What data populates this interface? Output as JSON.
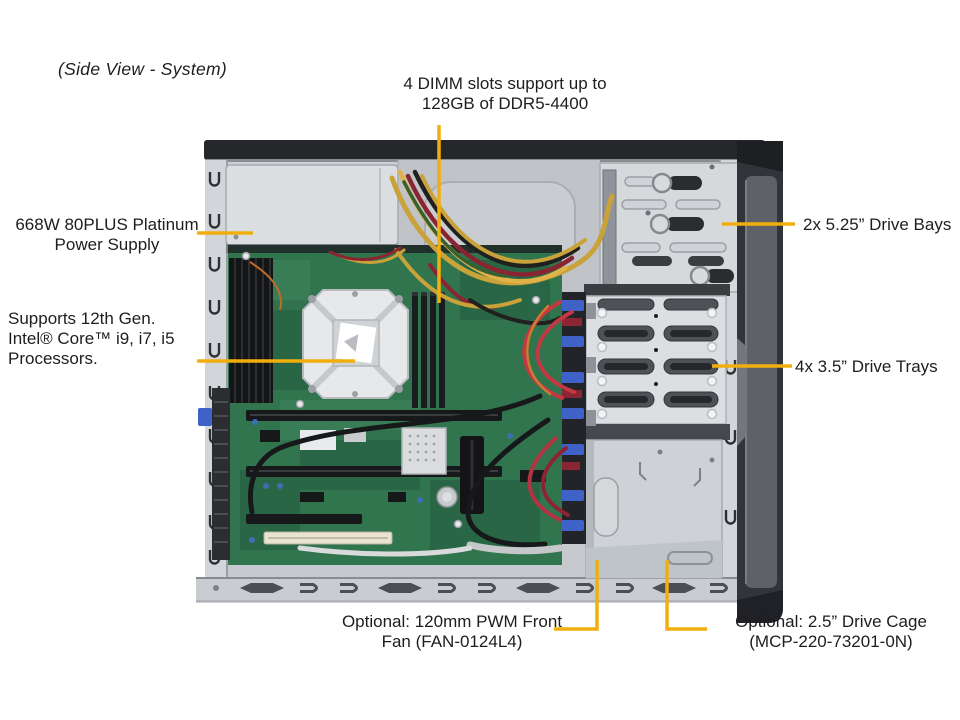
{
  "colors": {
    "callout": "#F1AF0E",
    "text": "#1E1E1E",
    "background": "#FFFFFF",
    "chassis_metal": "#C9CDD2",
    "bezel_dark": "#33343A",
    "motherboard_green": "#31754F",
    "cable_yellow": "#D9A43A",
    "cable_red": "#A8303C",
    "sata_clip_blue": "#3F62C8"
  },
  "view_label": "(Side View - System)",
  "annotations": {
    "dimm": {
      "lines": [
        "4 DIMM slots support up to",
        "128GB of DDR5-4400"
      ]
    },
    "psu": {
      "lines": [
        "668W 80PLUS Platinum",
        "Power Supply"
      ]
    },
    "cpu": {
      "lines": [
        "Supports 12th Gen.",
        "Intel® Core™ i9, i7, i5",
        "Processors."
      ]
    },
    "bays": {
      "lines": [
        "2x 5.25” Drive Bays"
      ]
    },
    "trays": {
      "lines": [
        "4x 3.5” Drive Trays"
      ]
    },
    "fan": {
      "lines": [
        "Optional: 120mm PWM Front",
        "Fan (FAN-0124L4)"
      ]
    },
    "cage": {
      "lines": [
        "Optional: 2.5” Drive Cage",
        "(MCP-220-73201-0N)"
      ]
    }
  }
}
